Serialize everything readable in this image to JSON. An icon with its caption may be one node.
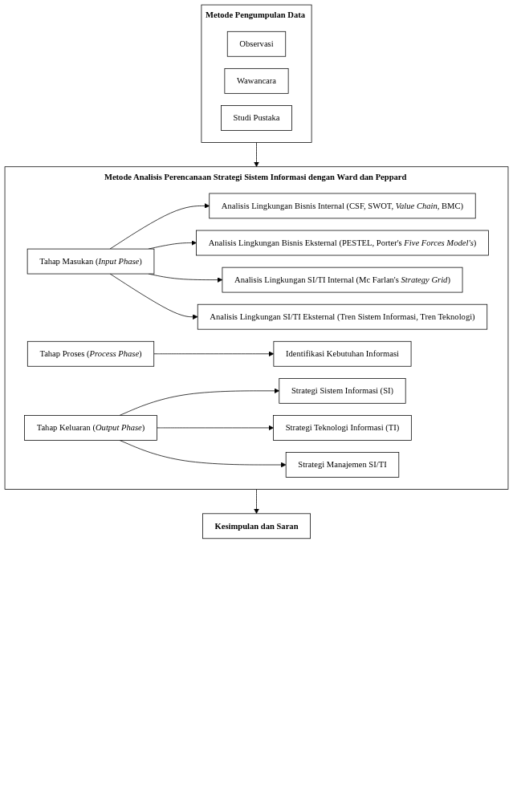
{
  "diagram": {
    "nodes": [
      {
        "text": [
          "Metode Pengumpulan Data"
        ]
      },
      {
        "text": [
          "Observasi"
        ],
        "in": 0
      },
      {
        "text": [
          "Wawancara"
        ],
        "in": 0
      },
      {
        "text": [
          "Studi Pustaka"
        ],
        "in": 0
      },
      {
        "text": [
          "Metode Analisis Perencanaan Strategi Sistem Informasi dengan Ward dan Peppard"
        ]
      },
      {
        "text": [
          "Tahap Masukan (*Input Phase*)"
        ],
        "in": 4
      },
      {
        "text": [
          "Analisis Lingkungan Bisnis Internal (CSF, SWOT, *Value Chain*, BMC)"
        ],
        "in": 4
      },
      {
        "text": [
          "Analisis Lingkungan Bisnis Eksternal (PESTEL, Porter's *Five Forces Model's*)"
        ],
        "in": 4
      },
      {
        "text": [
          "Analisis Lingkungan SI/TI Internal (Mc Farlan's *Strategy Grid*)"
        ],
        "in": 4
      },
      {
        "text": [
          "Analisis Lingkungan SI/TI Eksternal (Tren Sistem Informasi, Tren Teknologi)"
        ],
        "in": 4
      },
      {
        "text": [
          "Tahap Proses (*Process Phase*)"
        ],
        "in": 4
      },
      {
        "text": [
          "Identifikasi Kebutuhan Informasi"
        ],
        "in": 4
      },
      {
        "text": [
          "Tahap Keluaran (*Output Phase*)"
        ],
        "in": 4
      },
      {
        "text": [
          "Strategi Sistem Informasi (SI)"
        ],
        "in": 4
      },
      {
        "text": [
          "Strategi Teknologi Informasi (TI)"
        ],
        "in": 4
      },
      {
        "text": [
          "Strategi Manajemen SI/TI"
        ],
        "in": 4
      },
      {
        "text": [
          "Kesimpulan dan Saran"
        ]
      }
    ],
    "edges": [
      {
        "from": 0,
        "to": 4,
        "arrow": "to"
      },
      {
        "from": 5,
        "to": 6,
        "arrow": "to"
      },
      {
        "from": 5,
        "to": 7,
        "arrow": "to"
      },
      {
        "from": 5,
        "to": 8,
        "arrow": "to"
      },
      {
        "from": 5,
        "to": 9,
        "arrow": "to"
      },
      {
        "from": 10,
        "to": 11,
        "arrow": "to"
      },
      {
        "from": 12,
        "to": 13,
        "arrow": "to"
      },
      {
        "from": 12,
        "to": 14,
        "arrow": "to"
      },
      {
        "from": 12,
        "to": 15,
        "arrow": "to"
      },
      {
        "from": 4,
        "to": 16,
        "arrow": "to"
      }
    ]
  }
}
